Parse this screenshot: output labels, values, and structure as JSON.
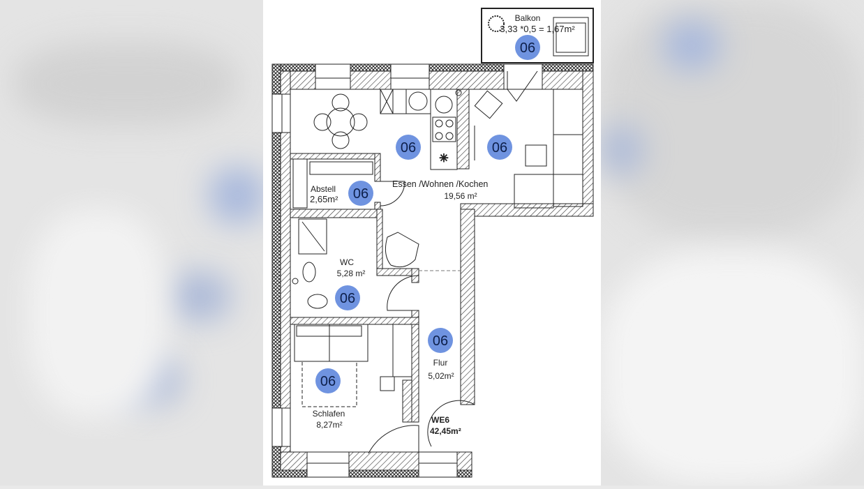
{
  "rooms": {
    "balkon": {
      "name": "Balkon",
      "area": "3,33 *0,5 = 1,67m²",
      "badge": "06"
    },
    "essen": {
      "name": "Essen /Wohnen /Kochen",
      "area": "19,56 m²",
      "badge_kitchen": "06",
      "badge_living": "06"
    },
    "abstell": {
      "name": "Abstell",
      "area": "2,65m²",
      "badge": "06"
    },
    "wc": {
      "name": "WC",
      "area": "5,28 m²",
      "badge": "06"
    },
    "flur": {
      "name": "Flur",
      "area": "5,02m²",
      "badge": "06"
    },
    "schlafen": {
      "name": "Schlafen",
      "area": "8,27m²",
      "badge": "06"
    }
  },
  "unit": {
    "name": "WE6",
    "total_area": "42,45m²"
  },
  "colors": {
    "badge": "#6f93e0",
    "badge_text": "#0d1f4a",
    "wall": "#333333"
  }
}
